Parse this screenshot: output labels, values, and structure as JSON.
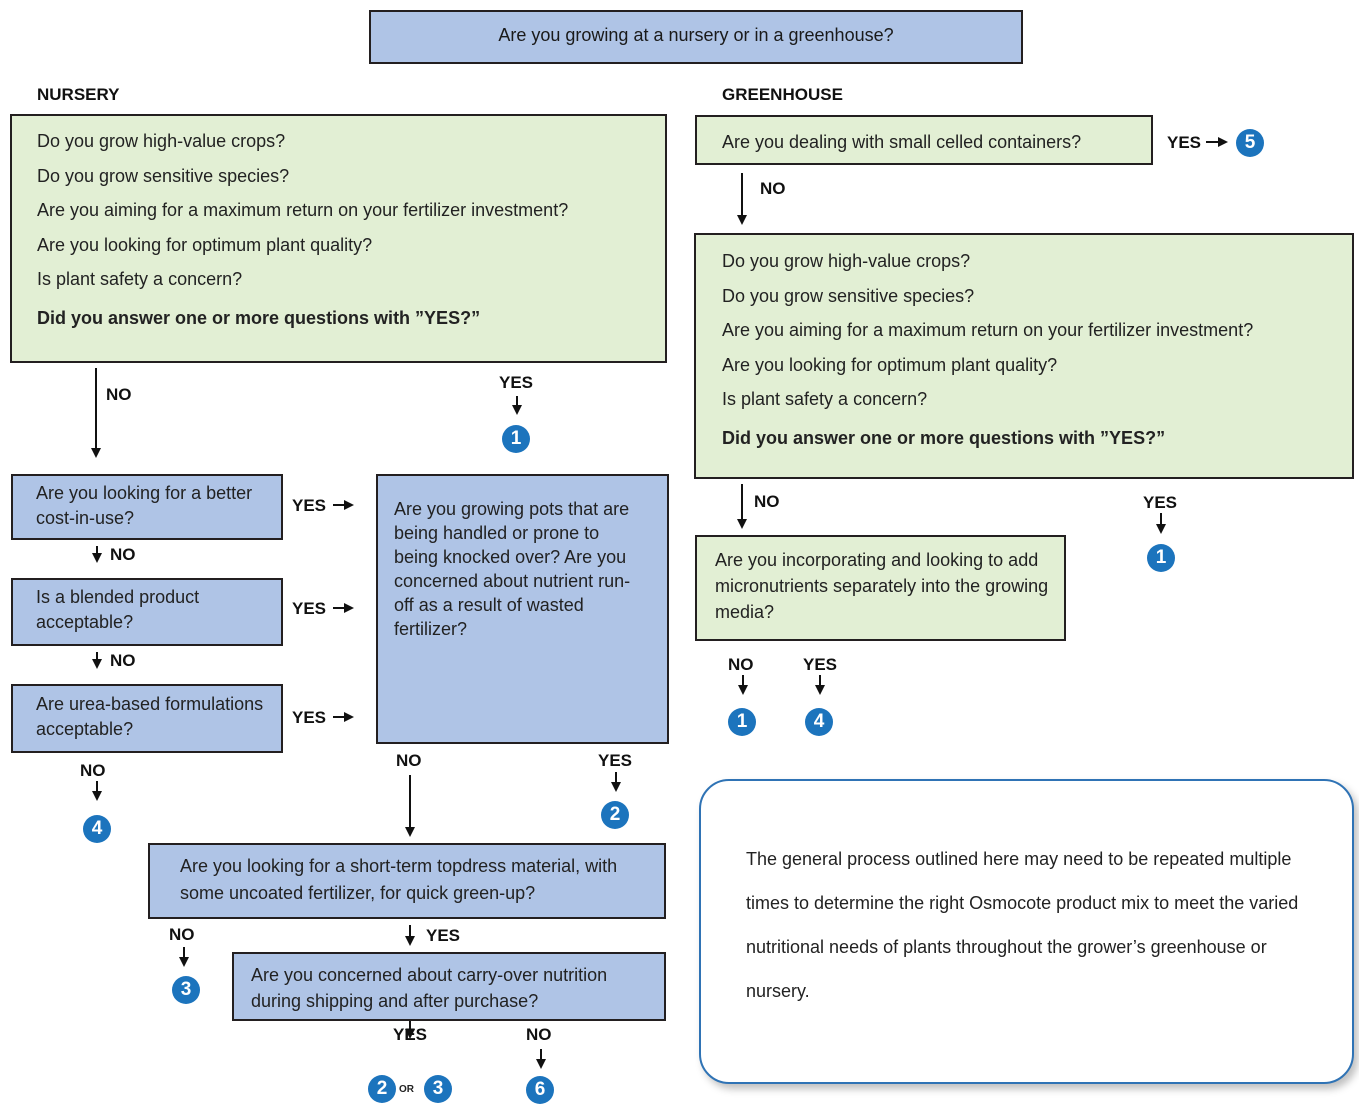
{
  "top_question": "Are you growing at a nursery or in a greenhouse?",
  "nursery": {
    "heading": "NURSERY",
    "questions": [
      "Do you grow high-value crops?",
      "Do you grow sensitive species?",
      "Are you aiming for a maximum return on your fertilizer investment?",
      "Are you looking for optimum plant quality?",
      "Is plant safety a concern?"
    ],
    "summary": "Did you answer one or more questions with ”YES?”",
    "cost_in_use": "Are you looking for a better cost-in-use?",
    "blended": "Is a blended product acceptable?",
    "urea": "Are urea-based formulations acceptable?",
    "pots": "Are you growing pots that are being handled or prone to being knocked over? Are you concerned about nutrient run-off as a result of wasted fertilizer?",
    "topdress": "Are you looking for a short-term topdress material, with some uncoated fertilizer, for quick green-up?",
    "carryover": "Are you concerned about carry-over nutrition during shipping and after purchase?"
  },
  "greenhouse": {
    "heading": "GREENHOUSE",
    "small_cells": "Are you dealing with small celled containers?",
    "questions": [
      "Do you grow high-value crops?",
      "Do you grow sensitive species?",
      "Are you aiming for a maximum return on your fertilizer investment?",
      "Are you looking for optimum plant quality?",
      "Is plant safety a concern?"
    ],
    "summary": "Did you answer one or more questions with ”YES?”",
    "micronutrients": "Are you incorporating and looking to add micronutrients separately into the growing media?"
  },
  "labels": {
    "yes": "YES",
    "no": "NO",
    "or": "OR"
  },
  "outcomes": {
    "n1": "1",
    "n2": "2",
    "n3": "3",
    "n4": "4",
    "n5": "5",
    "n6": "6"
  },
  "note": "The general process outlined here may need to be repeated multiple times to determine the right Osmocote product mix to meet the varied nutritional needs of plants throughout the grower’s greenhouse or nursery.",
  "colors": {
    "question_box": "#afc4e6",
    "criteria_box": "#e2efd4",
    "outcome_circle": "#1c74bd",
    "note_border": "#2f73b5"
  }
}
